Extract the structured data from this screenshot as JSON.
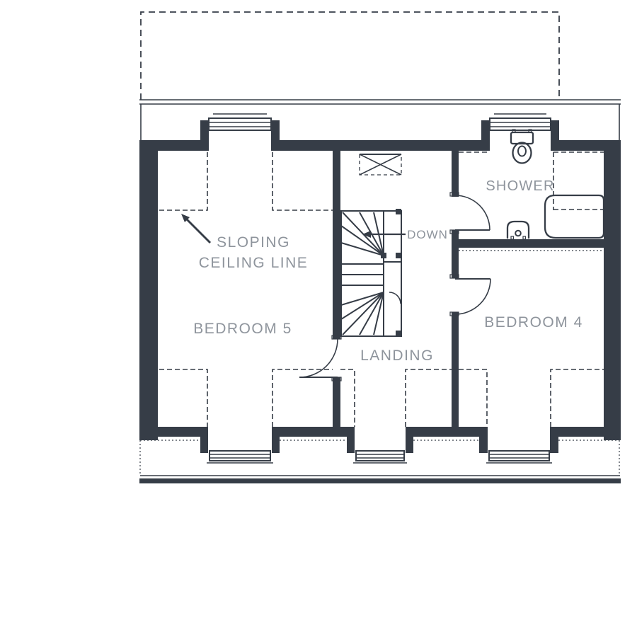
{
  "plan": {
    "rooms": {
      "bedroom5": "BEDROOM 5",
      "bedroom4": "BEDROOM 4",
      "shower": "SHOWER",
      "landing": "LANDING"
    },
    "annotations": {
      "sloping_line1": "SLOPING",
      "sloping_line2": "CEILING LINE",
      "down": "DOWN"
    },
    "icons": {
      "toilet": "toilet-icon",
      "basin": "basin-icon",
      "shower_tray": "shower-tray-icon",
      "loft_hatch": "loft-hatch-icon",
      "stairs": "staircase-icon"
    },
    "colors": {
      "line": "#363d47",
      "label": "#8e949c",
      "background": "#ffffff"
    }
  }
}
